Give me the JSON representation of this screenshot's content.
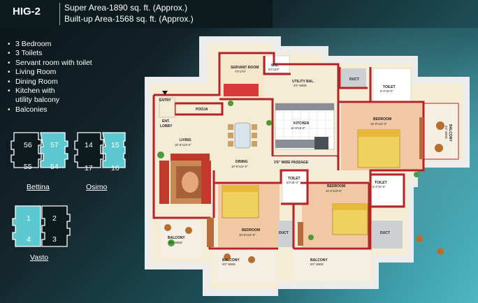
{
  "header": {
    "type": "HIG-2",
    "super_area": "Super Area-1890 sq. ft. (Approx.)",
    "builtup_area": "Built-up Area-1568 sq. ft. (Approx.)"
  },
  "features": [
    "3 Bedroom",
    "3 Toilets",
    "Servant room with toilet",
    "Living Room",
    "Dining Room",
    "Kitchen with",
    "utility balcony",
    "Balconies"
  ],
  "key_plans": {
    "bettina": {
      "name": "Bettina",
      "units": [
        "56",
        "57",
        "55",
        "54"
      ]
    },
    "osimo": {
      "name": "Osimo",
      "units": [
        "14",
        "15",
        "17",
        "16"
      ]
    },
    "vasto": {
      "name": "Vasto",
      "units": [
        "1",
        "2",
        "4",
        "3"
      ]
    }
  },
  "rooms": {
    "servant_room": "SERVANT ROOM",
    "servant_dim": "7'0\"x7'6\"",
    "wc": "W.C.",
    "wc_dim": "5'0\"x3'0\"",
    "utility": "UTILITY BAL.",
    "utility_dim": "4'0\" WIDE",
    "duct1": "DUCT",
    "toilet1": "TOILET",
    "toilet1_dim": "9'-0\"x8'-0\"",
    "entry": "ENTRY",
    "ent_lobby_1": "ENT.",
    "ent_lobby_2": "LOBBY",
    "pooja": "POOJA",
    "kitchen": "KITCHEN",
    "kitchen_dim": "11'-6\"x8'-0\"",
    "bedroom1": "BEDROOM",
    "bedroom1_dim": "15'-0\"x12'-0\"",
    "balcony_right": "BALCONY",
    "balcony_right_dim": "5'0\" WIDE",
    "living": "LIVING",
    "living_dim": "16'-6\"x13'-0\"",
    "dining": "DINING",
    "dining_dim": "10'-6\"x12'-6\"",
    "passage": "3'6\" WIDE PASSAGE",
    "toilet2": "TOILET",
    "toilet2_dim": "5'0\"x8'-0\"",
    "bedroom2": "BEDROOM",
    "bedroom2_dim": "11'-0\"x13'-6\"",
    "toilet3": "TOILET",
    "toilet3_dim": "5'-0\"x8'-0\"",
    "bedroom3": "BEDROOM",
    "bedroom3_dim": "10'-6\"x13'-6\"",
    "duct2": "DUCT",
    "duct3": "DUCT",
    "balcony1": "BALCONY",
    "balcony1_dim": "6'0\" WIDE",
    "balcony2": "BALCONY",
    "balcony2_dim": "5'0\" WIDE",
    "balcony3": "BALCONY",
    "balcony3_dim": "5'0\" WIDE"
  },
  "colors": {
    "wall": "#b3242a",
    "shell": "#f5ecd5",
    "outer_halo": "#e6e6e6",
    "bed_floor": "#f1c8a3",
    "key_teal": "#5cc8cf"
  }
}
